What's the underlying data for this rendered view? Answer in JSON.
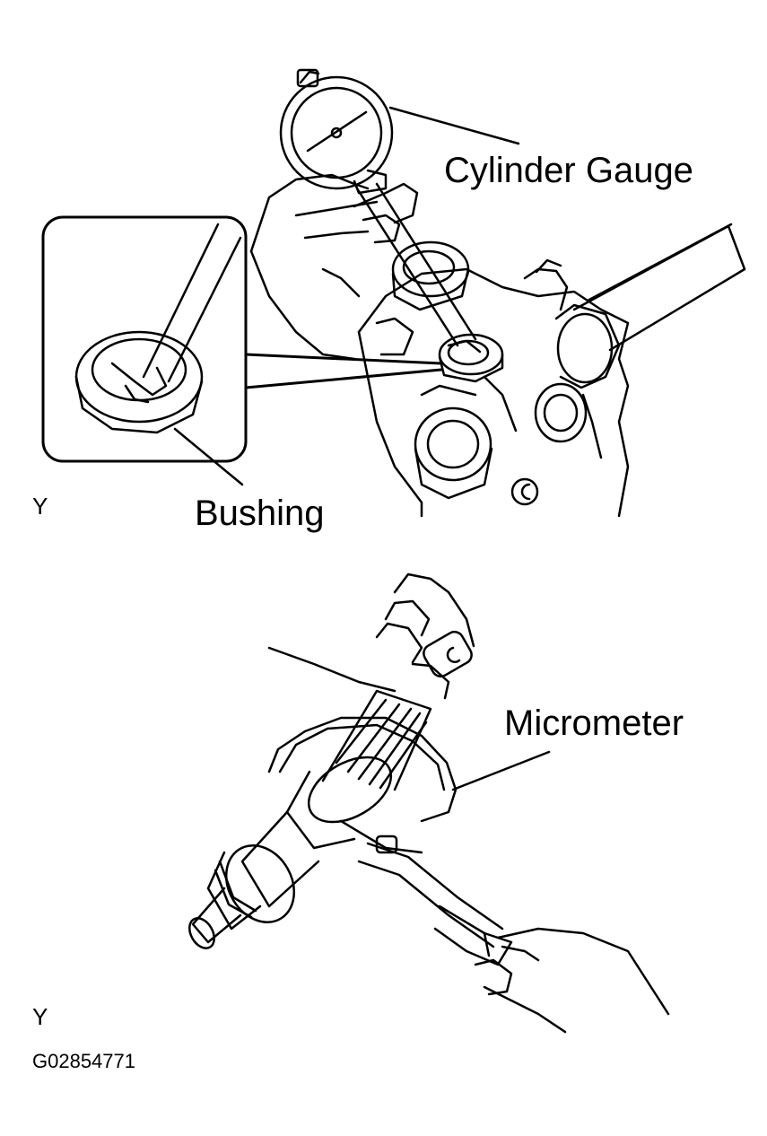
{
  "figure": {
    "top_panel": {
      "callouts": {
        "cylinder_gauge": "Cylinder Gauge",
        "bushing": "Bushing"
      },
      "orientation_mark": "Y"
    },
    "bottom_panel": {
      "callouts": {
        "micrometer": "Micrometer"
      },
      "orientation_mark": "Y"
    },
    "figure_code": "G02854771"
  },
  "colors": {
    "ink": "#000000",
    "paper": "#ffffff"
  }
}
